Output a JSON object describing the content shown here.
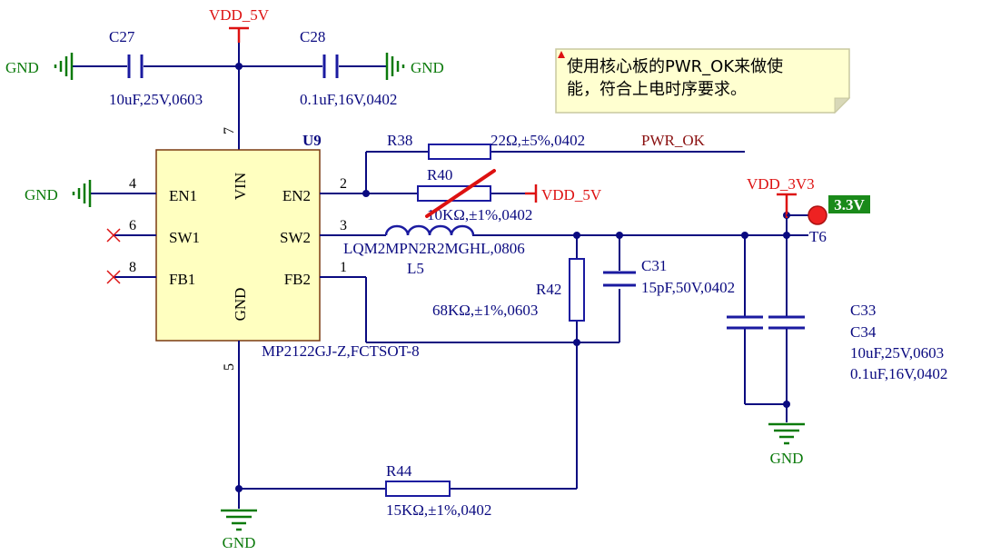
{
  "colors": {
    "wire": "#0a0a80",
    "comp": "#1a1aa0",
    "gnd": "#0b7a0b",
    "vdd": "#dd1111",
    "chip_fill": "#ffffc0",
    "chip_stroke": "#7a3a10",
    "note_fill": "#ffffd0",
    "net_label": "#8a1010",
    "probe_fill": "#1a8a1a"
  },
  "top": {
    "vdd5v": "VDD_5V",
    "c27": {
      "ref": "C27",
      "value": "10uF,25V,0603"
    },
    "c28": {
      "ref": "C28",
      "value": "0.1uF,16V,0402"
    },
    "gnd_left": "GND",
    "gnd_right": "GND"
  },
  "note": {
    "line1": "使用核心板的PWR_OK来做使",
    "line2": "能，符合上电时序要求。"
  },
  "u9": {
    "ref": "U9",
    "part": "MP2122GJ-Z,FCTSOT-8",
    "pins": {
      "vin": {
        "num": "7",
        "name": "VIN"
      },
      "en1": {
        "num": "4",
        "name": "EN1"
      },
      "sw1": {
        "num": "6",
        "name": "SW1"
      },
      "fb1": {
        "num": "8",
        "name": "FB1"
      },
      "en2": {
        "num": "2",
        "name": "EN2"
      },
      "sw2": {
        "num": "3",
        "name": "SW2"
      },
      "fb2": {
        "num": "1",
        "name": "FB2"
      },
      "gnd": {
        "num": "5",
        "name": "GND"
      }
    },
    "gnd_en1": "GND"
  },
  "r38": {
    "ref": "R38",
    "value": "22Ω,±5%,0402",
    "net": "PWR_OK"
  },
  "r40": {
    "ref": "R40",
    "value": "10KΩ,±1%,0402",
    "vdd": "VDD_5V"
  },
  "l5": {
    "ref": "L5",
    "value": "LQM2MPN2R2MGHL,0806"
  },
  "r42": {
    "ref": "R42",
    "value": "68KΩ,±1%,0603"
  },
  "c31": {
    "ref": "C31",
    "value": "15pF,50V,0402"
  },
  "vdd3v3": "VDD_3V3",
  "t6": {
    "ref": "T6",
    "label": "3.3V"
  },
  "c33_c34": {
    "ref1": "C33",
    "ref2": "C34",
    "val1": "10uF,25V,0603",
    "val2": "0.1uF,16V,0402"
  },
  "gnd_c34": "GND",
  "r44": {
    "ref": "R44",
    "value": "15KΩ,±1%,0402"
  },
  "gnd_bottom": "GND"
}
